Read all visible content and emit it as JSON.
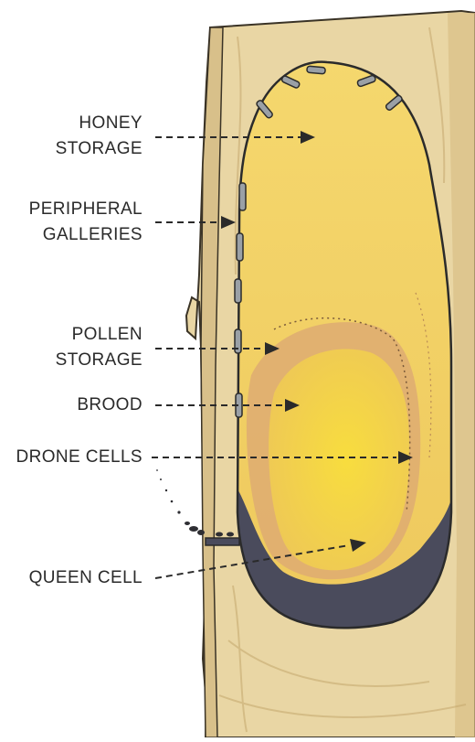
{
  "labels": {
    "honey_storage": [
      "HONEY",
      "STORAGE"
    ],
    "peripheral_galleries": [
      "PERIPHERAL",
      "GALLERIES"
    ],
    "pollen_storage": [
      "POLLEN",
      "STORAGE"
    ],
    "brood": "BROOD",
    "drone_cells": "DRONE CELLS",
    "queen_cell": "QUEEN CELL"
  },
  "colors": {
    "wood": "#e9d6a4",
    "wood_dark": "#cdb279",
    "honey": "#f2cf63",
    "pollen": "#deab72",
    "brood": "#f6d84a",
    "dark_base": "#4a4b5c",
    "ink": "#2a2a2a"
  }
}
